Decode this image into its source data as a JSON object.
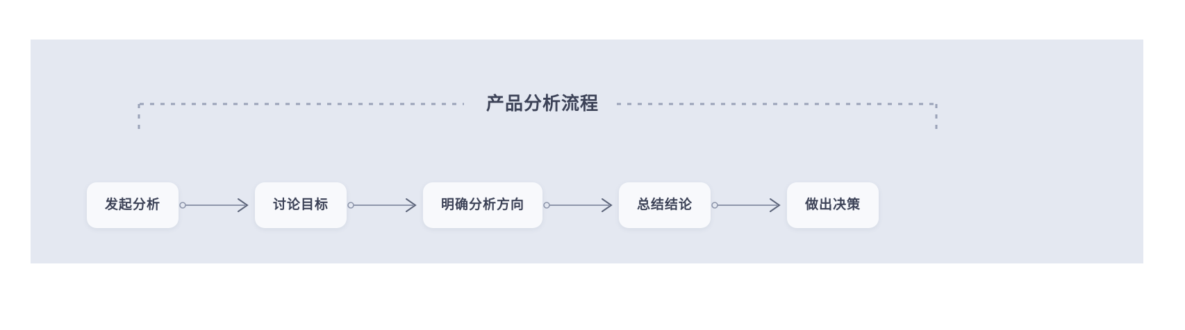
{
  "diagram": {
    "title": "产品分析流程",
    "background_color": "#e4e8f1",
    "node_color": "#f8f9fc",
    "text_color": "#3c4257",
    "line_color": "#8e96ab",
    "bracket_color": "#9aa2b8",
    "orientation": "horizontal-left-to-right",
    "steps": [
      {
        "index": 1,
        "label": "发起分析"
      },
      {
        "index": 2,
        "label": "讨论目标"
      },
      {
        "index": 3,
        "label": "明确分析方向"
      },
      {
        "index": 4,
        "label": "总结结论"
      },
      {
        "index": 5,
        "label": "做出决策"
      }
    ],
    "connectors": [
      {
        "from": "发起分析",
        "to": "讨论目标",
        "start_marker": "circle",
        "end_marker": "arrow"
      },
      {
        "from": "讨论目标",
        "to": "明确分析方向",
        "start_marker": "circle",
        "end_marker": "arrow"
      },
      {
        "from": "明确分析方向",
        "to": "总结结论",
        "start_marker": "circle",
        "end_marker": "arrow"
      },
      {
        "from": "总结结论",
        "to": "做出决策",
        "start_marker": "circle",
        "end_marker": "arrow"
      }
    ]
  }
}
